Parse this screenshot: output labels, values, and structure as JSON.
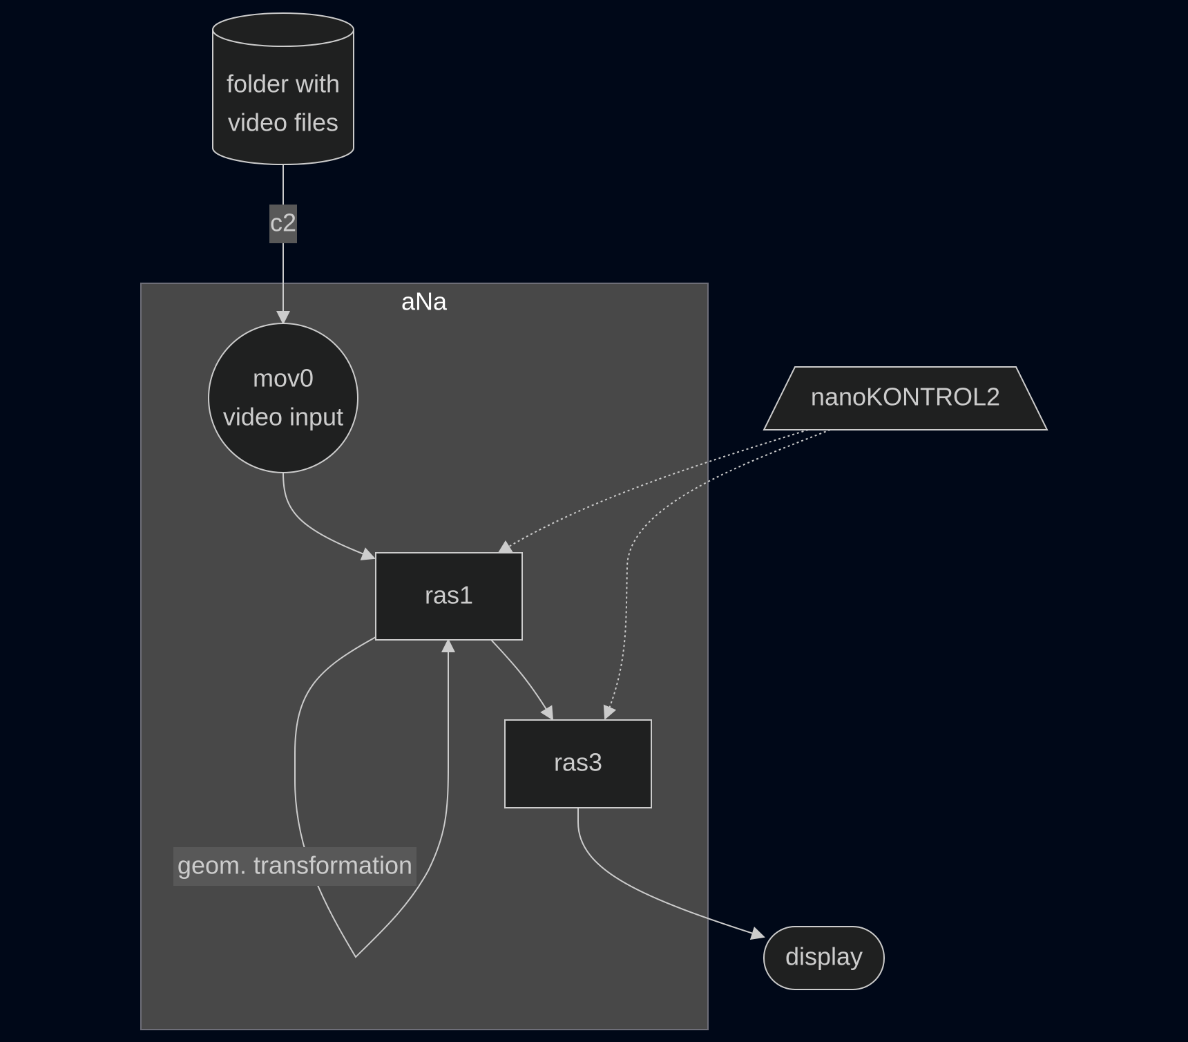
{
  "diagram": {
    "nodes": {
      "folder": {
        "line1": "folder with",
        "line2": "video files",
        "shape": "cylinder"
      },
      "mov0": {
        "line1": "mov0",
        "line2": "video input",
        "shape": "circle"
      },
      "ras1": {
        "label": "ras1",
        "shape": "rectangle"
      },
      "ras3": {
        "label": "ras3",
        "shape": "rectangle"
      },
      "nano": {
        "label": "nanoKONTROL2",
        "shape": "trapezoid"
      },
      "display": {
        "label": "display",
        "shape": "stadium"
      }
    },
    "cluster": {
      "label": "aNa"
    },
    "edges": [
      {
        "from": "folder",
        "to": "mov0",
        "label": "c2",
        "style": "solid"
      },
      {
        "from": "mov0",
        "to": "ras1",
        "label": "",
        "style": "solid"
      },
      {
        "from": "ras1",
        "to": "ras1",
        "label": "geom. transformation",
        "style": "solid"
      },
      {
        "from": "ras1",
        "to": "ras3",
        "label": "",
        "style": "solid"
      },
      {
        "from": "nano",
        "to": "ras1",
        "label": "",
        "style": "dotted"
      },
      {
        "from": "nano",
        "to": "ras3",
        "label": "",
        "style": "dotted"
      },
      {
        "from": "ras3",
        "to": "display",
        "label": "",
        "style": "solid"
      }
    ]
  },
  "colors": {
    "background": "#000818",
    "cluster_fill": "#484848",
    "node_fill": "#1f2020",
    "stroke": "#cccccc",
    "edge_label_bg": "#585858"
  }
}
